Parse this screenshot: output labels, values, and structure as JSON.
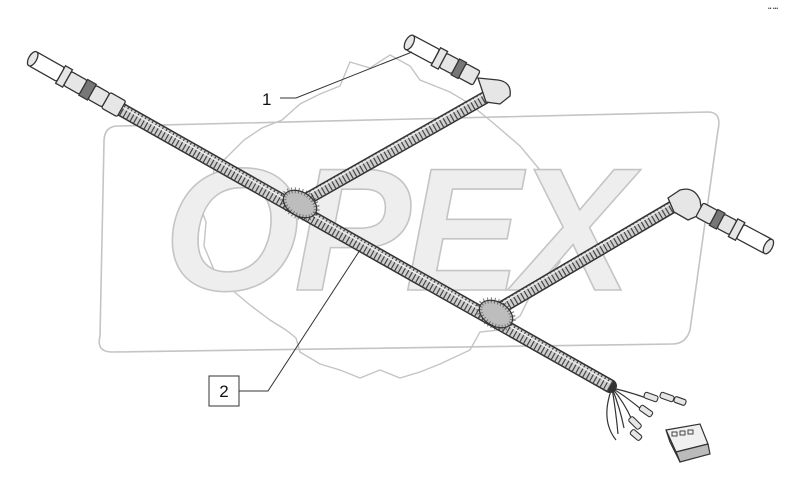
{
  "watermark": {
    "text": "OPEX",
    "fill_color": "#eeeeee",
    "outline_color": "#c4c4c4"
  },
  "callouts": [
    {
      "number": "1",
      "part": "connector-harness"
    },
    {
      "number": "2",
      "part": "wiring-loom"
    }
  ],
  "corner_code": "•• •••",
  "colors": {
    "line": "#333333",
    "loom_fill": "#c8c8c8",
    "connector_fill": "#e6e6e6",
    "background": "#ffffff"
  }
}
